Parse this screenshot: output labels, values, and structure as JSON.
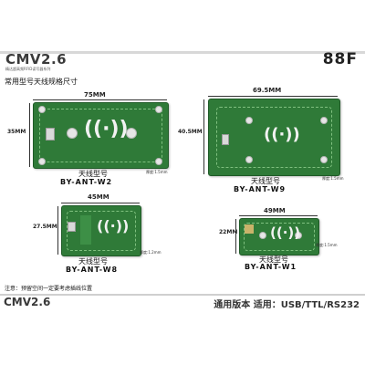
{
  "header": {
    "brand": "CMV2.6",
    "brand_subtitle": "精达超高频RFID读写器系列",
    "model_badge": "88F",
    "section_title": "常用型号天线规格尺寸"
  },
  "boards": {
    "w2": {
      "width_label": "75MM",
      "height_label": "35MM",
      "name_cn": "天线型号",
      "model": "BY-ANT-W2",
      "thickness": "厚度:1.5mm",
      "icon": "nfc-wifi-icon"
    },
    "w9": {
      "width_label": "69.5MM",
      "height_label": "40.5MM",
      "name_cn": "天线型号",
      "model": "BY-ANT-W9",
      "thickness": "厚度:1.5mm",
      "icon": "nfc-wifi-icon"
    },
    "w8": {
      "width_label": "45MM",
      "height_label": "27.5MM",
      "name_cn": "天线型号",
      "model": "BY-ANT-W8",
      "thickness": "厚度:1.2mm",
      "icon": "nfc-wifi-icon"
    },
    "w1": {
      "width_label": "49MM",
      "height_label": "22MM",
      "name_cn": "天线型号",
      "model": "BY-ANT-W1",
      "thickness": "厚度:1.5mm",
      "icon": "nfc-wifi-icon"
    }
  },
  "note": "注意：预留空间一定要考虑插线位置",
  "footer": {
    "brand": "CMV2.6",
    "text": "通用版本 适用：USB/TTL/RS232"
  },
  "colors": {
    "pcb": "#2f7a38",
    "pcb_border": "#1f5a27",
    "text": "#111111"
  }
}
